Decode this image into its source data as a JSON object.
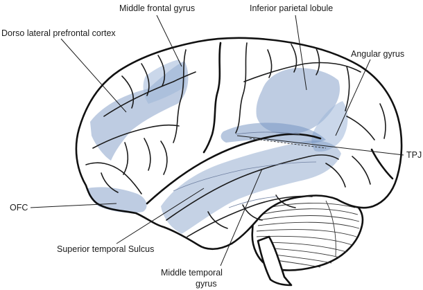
{
  "colors": {
    "region_fill": "#6f8fbf",
    "region_fill_light": "#9fb6d8",
    "outline": "#111111",
    "label_text": "#1a1a1a"
  },
  "labels": {
    "middle_frontal_gyrus": "Middle frontal gyrus",
    "inferior_parietal_lobule": "Inferior parietal lobule",
    "dorso_lateral_prefrontal_cortex": "Dorso lateral prefrontal cortex",
    "angular_gyrus": "Angular gyrus",
    "tpj": "TPJ",
    "ofc": "OFC",
    "superior_temporal_sulcus": "Superior temporal Sulcus",
    "middle_temporal_gyrus_line1": "Middle temporal",
    "middle_temporal_gyrus_line2": "gyrus"
  }
}
